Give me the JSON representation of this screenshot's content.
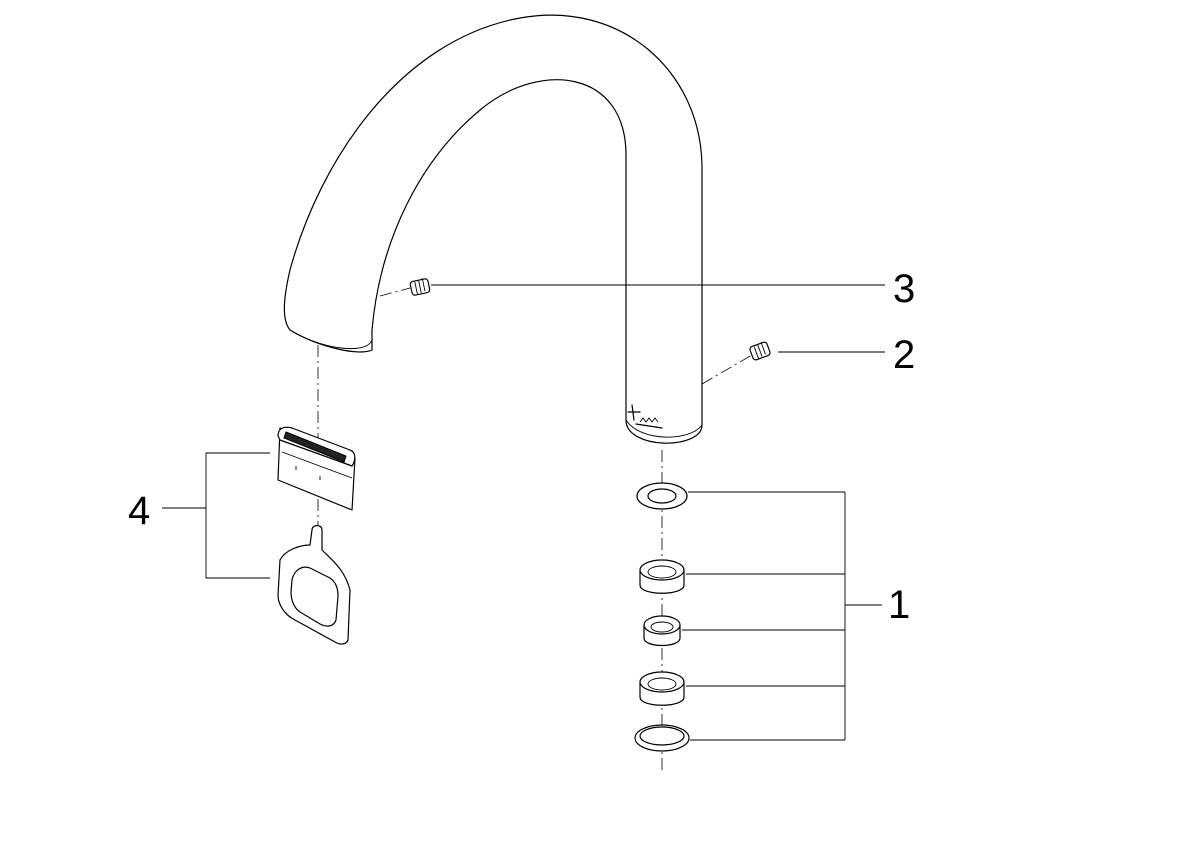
{
  "callouts": {
    "c1": "1",
    "c2": "2",
    "c3": "3",
    "c4": "4"
  },
  "brand_mark": "logo-engraving",
  "colors": {
    "line": "#000000",
    "background": "#ffffff"
  }
}
